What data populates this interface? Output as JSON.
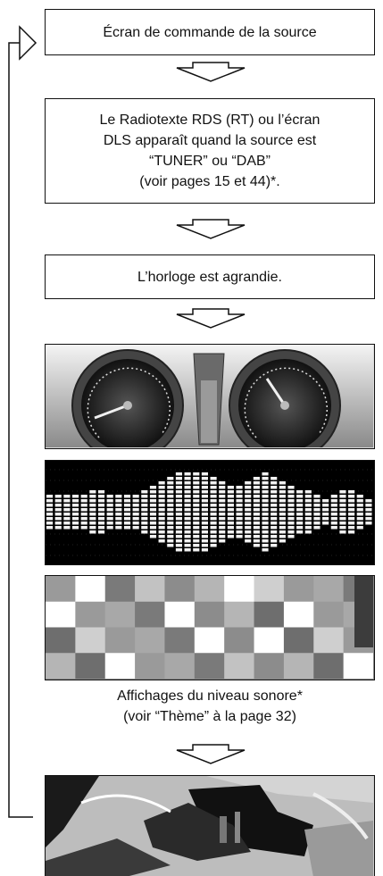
{
  "boxes": {
    "source_screen": "Écran de commande de la source",
    "rds_line1": "Le Radiotexte RDS (RT) ou l’écran",
    "rds_line2": "DLS apparaît quand la source est",
    "rds_line3": "“TUNER” ou “DAB”",
    "rds_line4": "(voir pages 15 et 44)*.",
    "clock": "L’horloge est agrandie."
  },
  "caption": {
    "line1": "Affichages du niveau sonore*",
    "line2": "(voir “Thème” à la page 32)"
  },
  "equalizer_levels": [
    4,
    4,
    4,
    4,
    4,
    5,
    5,
    4,
    4,
    4,
    4,
    5,
    6,
    7,
    8,
    9,
    9,
    9,
    9,
    8,
    7,
    6,
    6,
    7,
    8,
    9,
    8,
    7,
    6,
    5,
    5,
    4,
    3,
    4,
    5,
    5,
    4,
    3
  ]
}
